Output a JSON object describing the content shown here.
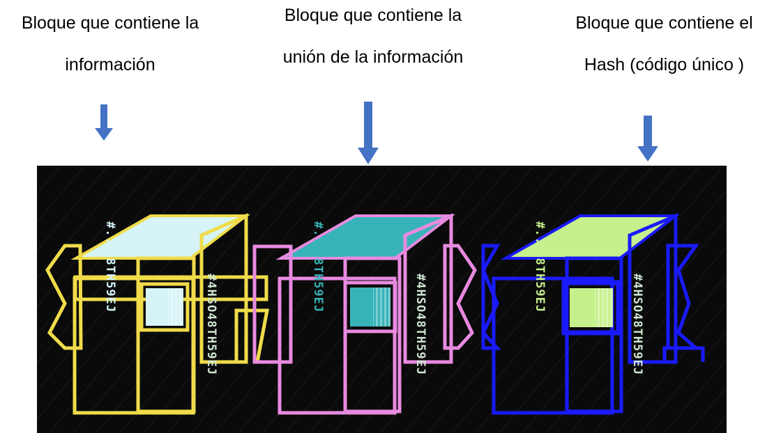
{
  "captions": [
    {
      "line1": "Bloque que contiene la",
      "line2": "información"
    },
    {
      "line1": "Bloque que contiene la",
      "line2": "unión de la información"
    },
    {
      "line1": "Bloque que contiene el",
      "line2": "Hash  (código único )"
    }
  ],
  "blocks": [
    {
      "color": "#f0dc4a",
      "top_color": "#d6f4f8",
      "hash_top": "#...",
      "hash_left": "5G8TH59EJ",
      "hash_right": "#4HSO48TH59EJ"
    },
    {
      "color": "#e88ae0",
      "top_color": "#38b4b8",
      "hash_top": "#...",
      "hash_left": "5G8TH59EJ",
      "hash_right": "#4HSO48TH59EJ"
    },
    {
      "color": "#1a1aff",
      "top_color": "#c6f08c",
      "hash_top": "#...",
      "hash_left": "5G8TH59EJ",
      "hash_right": "#4HSO48TH59EJ"
    }
  ],
  "arrow_color": "#4472c4",
  "background_color": "#0a0a0a"
}
